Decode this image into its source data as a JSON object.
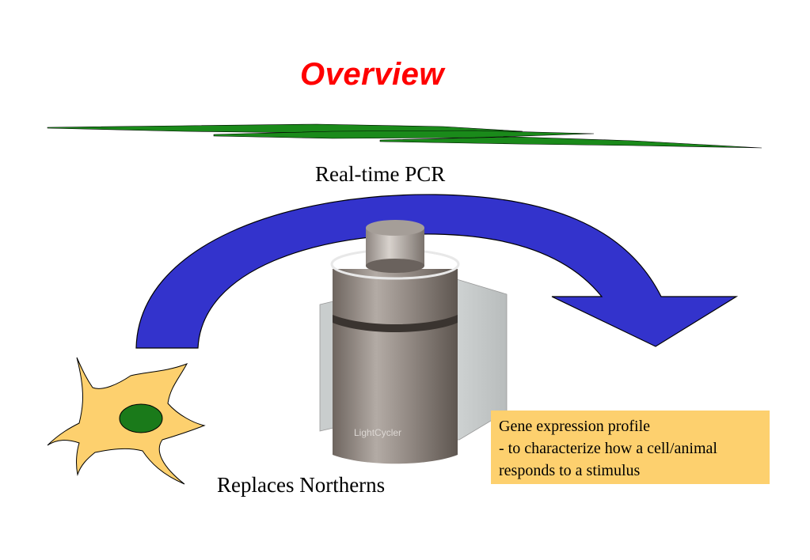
{
  "slide": {
    "title": "Overview",
    "top_label": "Real-time PCR",
    "bottom_label": "Replaces Northerns",
    "note_lines": [
      "Gene expression profile",
      "- to characterize how a cell/animal",
      "responds to a stimulus"
    ],
    "instrument_brand": "LightCycler"
  },
  "colors": {
    "title": "#ff0000",
    "arrow_fill": "#3333cc",
    "divider_green": "#1a8a1a",
    "cell_fill": "#fdd06e",
    "nucleus_fill": "#1a7a1a",
    "note_bg": "#fdd06e"
  }
}
